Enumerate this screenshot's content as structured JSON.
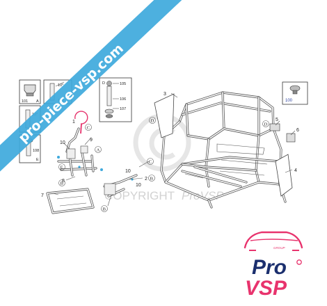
{
  "watermark": {
    "banner_text": "pro-piece-vsp.com",
    "copyright_text": "COPYRIGHT",
    "copyright_brand": "ProVSP",
    "banner_color": "#3ea9dc"
  },
  "logo": {
    "top_text": "GROUP",
    "line1": "Pro",
    "line2": "VSP",
    "pink": "#e8336d",
    "navy": "#1b2f6e"
  },
  "detail_boxes": {
    "box_101": {
      "number": "101",
      "letter": "A"
    },
    "box_tube": {
      "angle": "10°",
      "number": "102"
    },
    "box_b": {
      "angle": "10°",
      "letter": "B"
    },
    "box_e": {
      "number": "108",
      "letter": "E"
    },
    "box_d": {
      "letter": "D",
      "items": [
        "105",
        "106",
        "107"
      ]
    },
    "box_100": {
      "number": "100"
    }
  },
  "callouts": {
    "c1": "1",
    "c2": "2",
    "c3": "3",
    "c4": "4",
    "c5": "5",
    "c6": "6",
    "c7": "7",
    "c8": "8",
    "c9": "9",
    "c10a": "10",
    "c10b": "10",
    "c10c": "10"
  },
  "circled": {
    "A": "A",
    "B": "B",
    "B2": "B",
    "B3": "B",
    "C": "C",
    "C2": "C",
    "D": "D",
    "D2": "D",
    "E": "E"
  }
}
